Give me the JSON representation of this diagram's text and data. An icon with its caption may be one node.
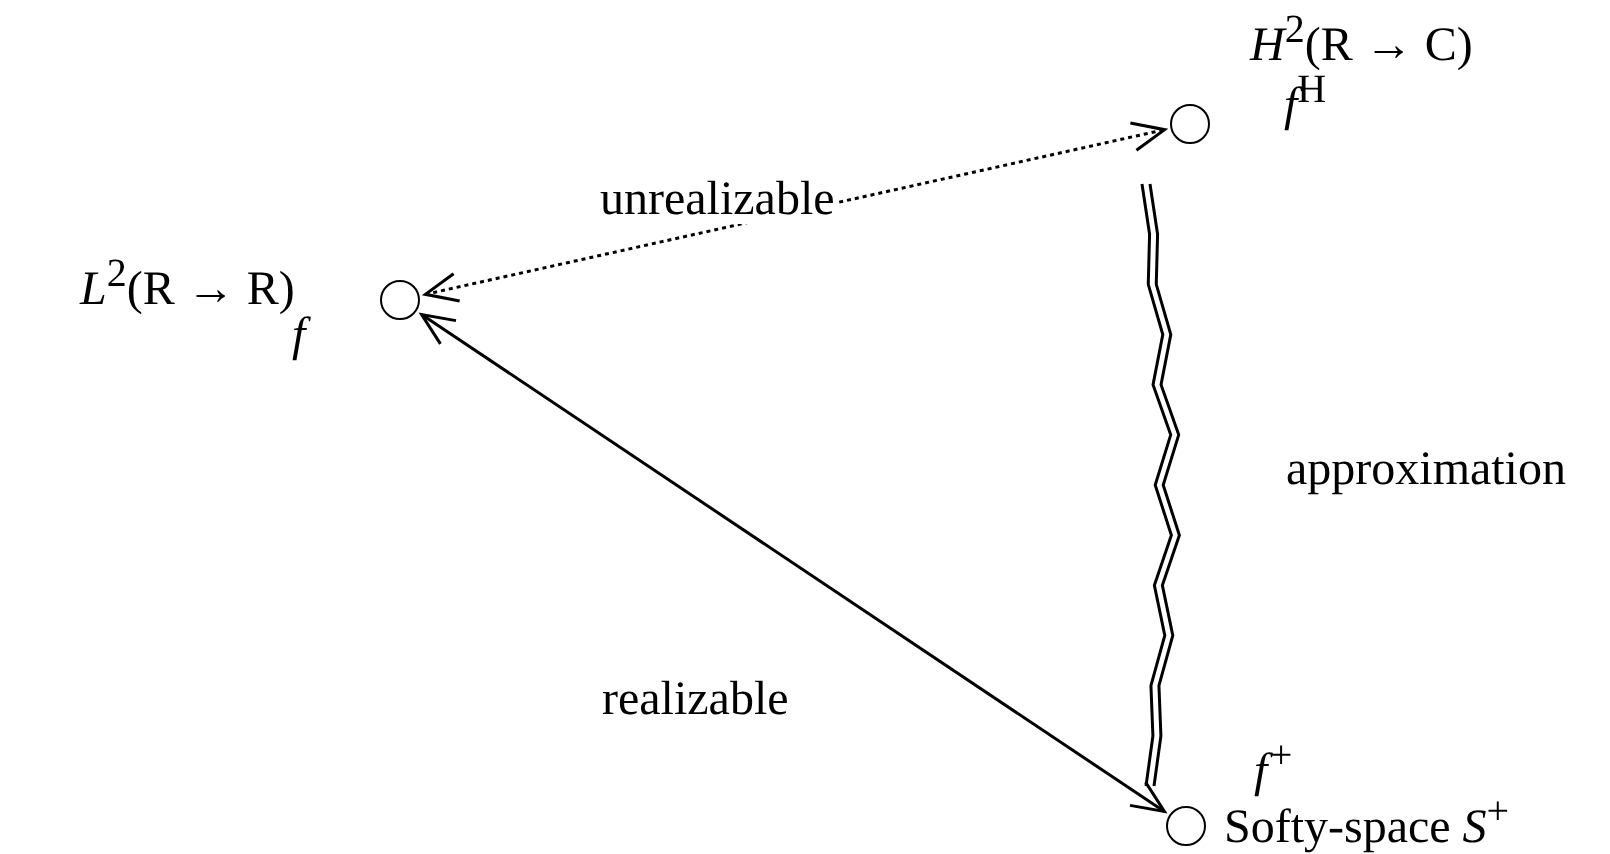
{
  "diagram": {
    "nodes": [
      {
        "text": [],
        "shape": "circle",
        "beside": [
          "*H*$^{2}$(R → C)",
          "*f*$^{H}$"
        ]
      },
      {
        "text": [],
        "shape": "circle",
        "beside": [
          "*L*$^{2}$(R → R)",
          "f"
        ]
      },
      {
        "text": [],
        "shape": "circle",
        "beside": [
          "f$^{+}$",
          "Softy-space *S*$^{+}$"
        ]
      }
    ],
    "edges": [
      {
        "from": 1,
        "to": 0,
        "arrow": "both",
        "label": "unrealizable",
        "style": "dashed"
      },
      {
        "from": 0,
        "to": 2,
        "arrow": "none",
        "label": "approximation"
      },
      {
        "from": 1,
        "to": 2,
        "arrow": "both",
        "label": "realizable"
      }
    ]
  }
}
